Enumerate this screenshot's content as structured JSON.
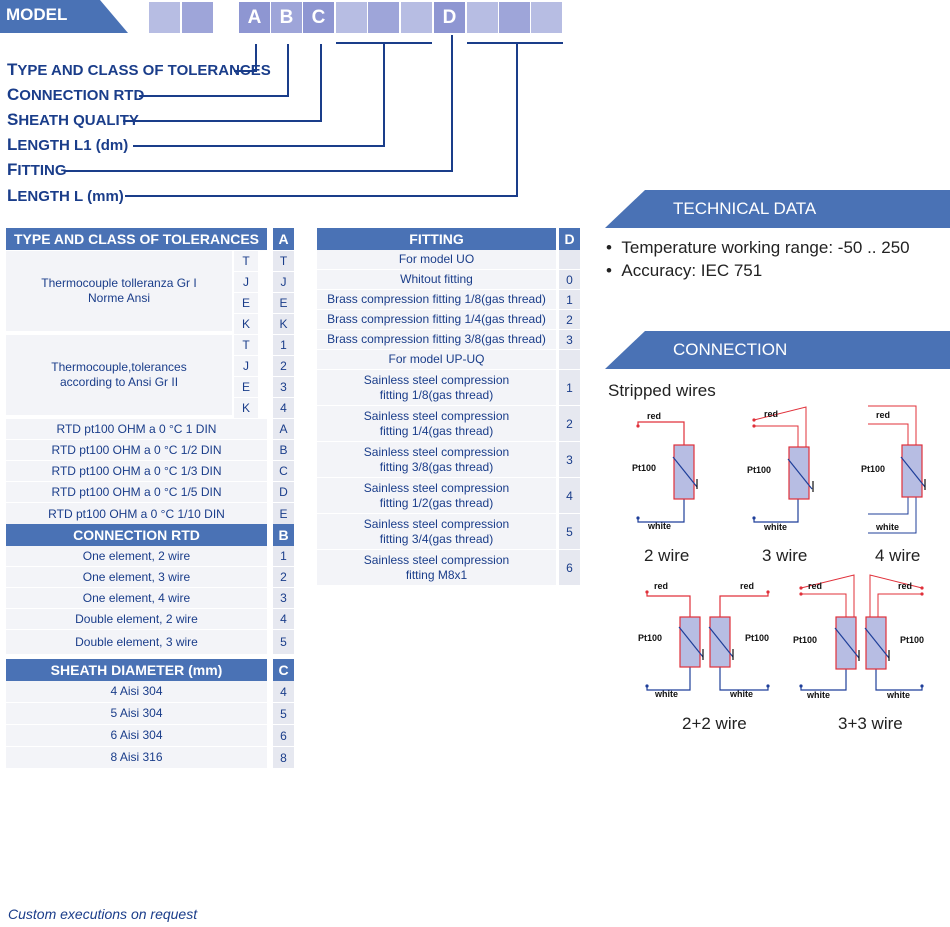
{
  "model": {
    "label": "MODEL",
    "letters": [
      "A",
      "B",
      "C",
      "D"
    ]
  },
  "legend": [
    {
      "first": "T",
      "rest": "YPE AND CLASS OF TOLERANCES"
    },
    {
      "first": "C",
      "rest": "ONNECTION RTD"
    },
    {
      "first": "S",
      "rest": "HEATH QUALITY"
    },
    {
      "first": "L",
      "rest": "ENGTH L1 (dm)"
    },
    {
      "first": "F",
      "rest": "ITTING"
    },
    {
      "first": "L",
      "rest": "ENGTH L (mm)"
    }
  ],
  "tolerances": {
    "title": "TYPE AND CLASS OF TOLERANCES",
    "code": "A",
    "group1_label": "Thermocouple tolleranza Gr I\nNorme Ansi",
    "group1": [
      [
        "T",
        "T"
      ],
      [
        "J",
        "J"
      ],
      [
        "E",
        "E"
      ],
      [
        "K",
        "K"
      ]
    ],
    "group2_label": "Thermocouple,tolerances\naccording to Ansi Gr II",
    "group2": [
      [
        "T",
        "1"
      ],
      [
        "J",
        "2"
      ],
      [
        "E",
        "3"
      ],
      [
        "K",
        "4"
      ]
    ],
    "rtd": [
      [
        "RTD pt100 OHM a 0 °C 1 DIN",
        "A"
      ],
      [
        "RTD pt100 OHM a 0 °C 1/2 DIN",
        "B"
      ],
      [
        "RTD pt100 OHM a 0 °C 1/3 DIN",
        "C"
      ],
      [
        "RTD pt100 OHM a 0 °C 1/5 DIN",
        "D"
      ],
      [
        "RTD pt100 OHM a 0 °C 1/10 DIN",
        "E"
      ]
    ]
  },
  "connection_rtd": {
    "title": "CONNECTION RTD",
    "code": "B",
    "rows": [
      [
        "One element, 2 wire",
        "1"
      ],
      [
        "One element, 3 wire",
        "2"
      ],
      [
        "One element, 4 wire",
        "3"
      ],
      [
        "Double element, 2 wire",
        "4"
      ],
      [
        "Double element, 3 wire",
        "5"
      ]
    ]
  },
  "sheath": {
    "title": "SHEATH DIAMETER (mm)",
    "code": "C",
    "rows": [
      [
        "4 Aisi 304",
        "4"
      ],
      [
        "5 Aisi 304",
        "5"
      ],
      [
        "6 Aisi 304",
        "6"
      ],
      [
        "8 Aisi 316",
        "8"
      ]
    ]
  },
  "fitting": {
    "title": "FITTING",
    "code": "D",
    "rows": [
      [
        "For model UO",
        ""
      ],
      [
        "Whitout fitting",
        "0"
      ],
      [
        "Brass compression fitting 1/8(gas thread)",
        "1"
      ],
      [
        "Brass compression fitting 1/4(gas thread)",
        "2"
      ],
      [
        "Brass compression fitting 3/8(gas thread)",
        "3"
      ],
      [
        "For model UP-UQ",
        ""
      ],
      [
        "Sainless steel compression\nfitting 1/8(gas thread)",
        "1"
      ],
      [
        "Sainless steel compression\nfitting 1/4(gas thread)",
        "2"
      ],
      [
        "Sainless steel compression\nfitting 3/8(gas thread)",
        "3"
      ],
      [
        "Sainless steel compression\nfitting 1/2(gas thread)",
        "4"
      ],
      [
        "Sainless steel compression\nfitting 3/4(gas thread)",
        "5"
      ],
      [
        "Sainless steel compression\nfitting M8x1",
        "6"
      ]
    ]
  },
  "technical": {
    "title": "TECHNICAL DATA",
    "bullets": [
      "Temperature working range: -50 .. 250",
      "Accuracy: IEC 751"
    ]
  },
  "connection": {
    "title": "CONNECTION",
    "subtitle": "Stripped wires",
    "red": "red",
    "white": "white",
    "pt": "Pt100",
    "captions": [
      "2 wire",
      "3 wire",
      "4 wire",
      "2+2 wire",
      "3+3 wire"
    ]
  },
  "footer": "Custom executions on request",
  "colors": {
    "primary": "#4a72b5",
    "text": "#1a3d8a",
    "wire_red": "#e0303a",
    "wire_blue": "#1f3f9a",
    "element": "#b7bde3"
  }
}
